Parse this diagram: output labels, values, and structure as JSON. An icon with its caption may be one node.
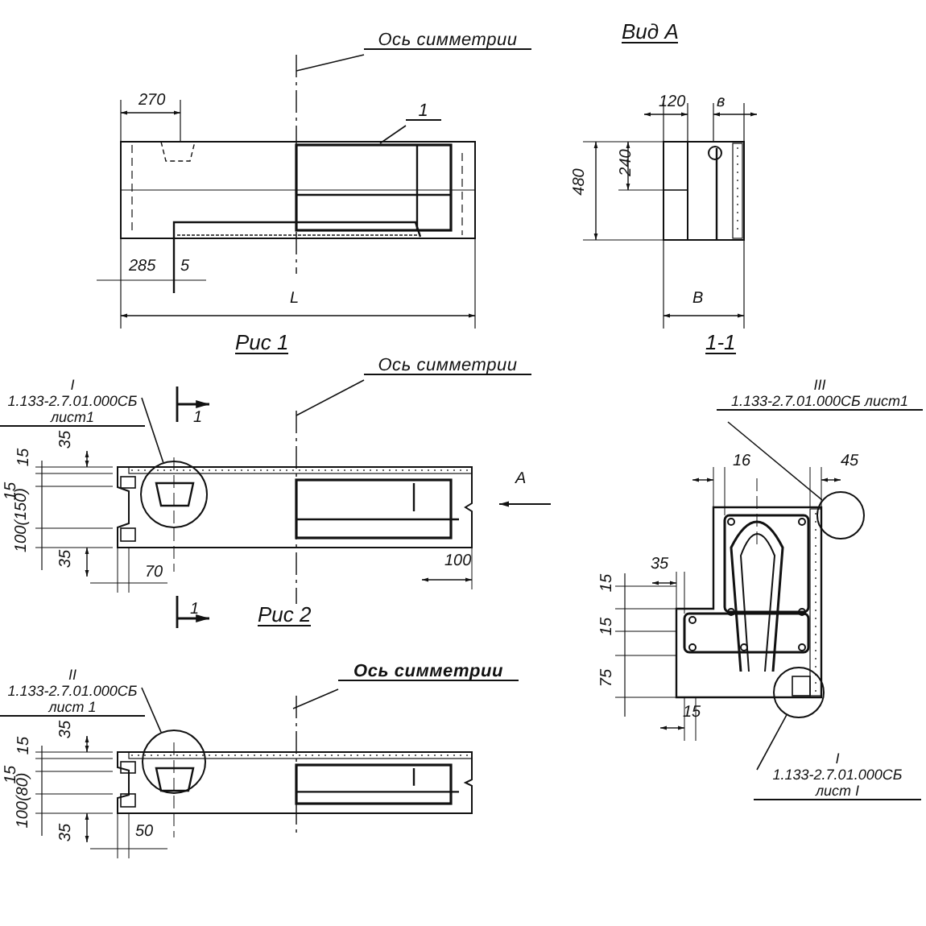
{
  "diagram": {
    "nodes": [
      {
        "text": [
          "Ось симметрии"
        ]
      },
      {
        "text": [
          "1"
        ]
      },
      {
        "text": [
          "I",
          "1.133-2.7.01.000СБ лист1"
        ]
      },
      {
        "text": [],
        "shape": "circle"
      },
      {
        "text": [
          "Ось симметрии"
        ]
      },
      {
        "text": [
          "II",
          "1.133-2.7.01.000СБ лист 1"
        ]
      },
      {
        "text": [],
        "shape": "circle"
      },
      {
        "text": [
          "Ось симметрии"
        ]
      },
      {
        "text": [
          "III",
          "1.133-2.7.01.000СБ лист1"
        ]
      },
      {
        "text": [],
        "shape": "circle"
      },
      {
        "text": [
          "I",
          "1.133-2.7.01.000СБ лист I"
        ]
      },
      {
        "text": [],
        "shape": "circle"
      }
    ],
    "edges": [
      {
        "from": 0,
        "to": null,
        "arrow": "none"
      },
      {
        "from": 1,
        "to": null,
        "arrow": "none"
      },
      {
        "from": 2,
        "to": 3,
        "arrow": "none"
      },
      {
        "from": 4,
        "to": null,
        "arrow": "none"
      },
      {
        "from": 5,
        "to": 6,
        "arrow": "none"
      },
      {
        "from": 7,
        "to": null,
        "arrow": "none"
      },
      {
        "from": 8,
        "to": 9,
        "arrow": "none"
      },
      {
        "from": 10,
        "to": 11,
        "arrow": "none"
      }
    ],
    "labels": [
      "270",
      "285",
      "5",
      "L",
      "Вид А",
      "120",
      "в",
      "480",
      "240",
      "В",
      "Рис 1",
      "1-1",
      "1",
      "35",
      "15",
      "15",
      "100(150)",
      "35",
      "70",
      "100",
      "A",
      "1",
      "Рис 2",
      "16",
      "45",
      "35",
      "15",
      "15",
      "75",
      "15",
      "35",
      "15",
      "15",
      "100(80)",
      "35",
      "50"
    ]
  }
}
